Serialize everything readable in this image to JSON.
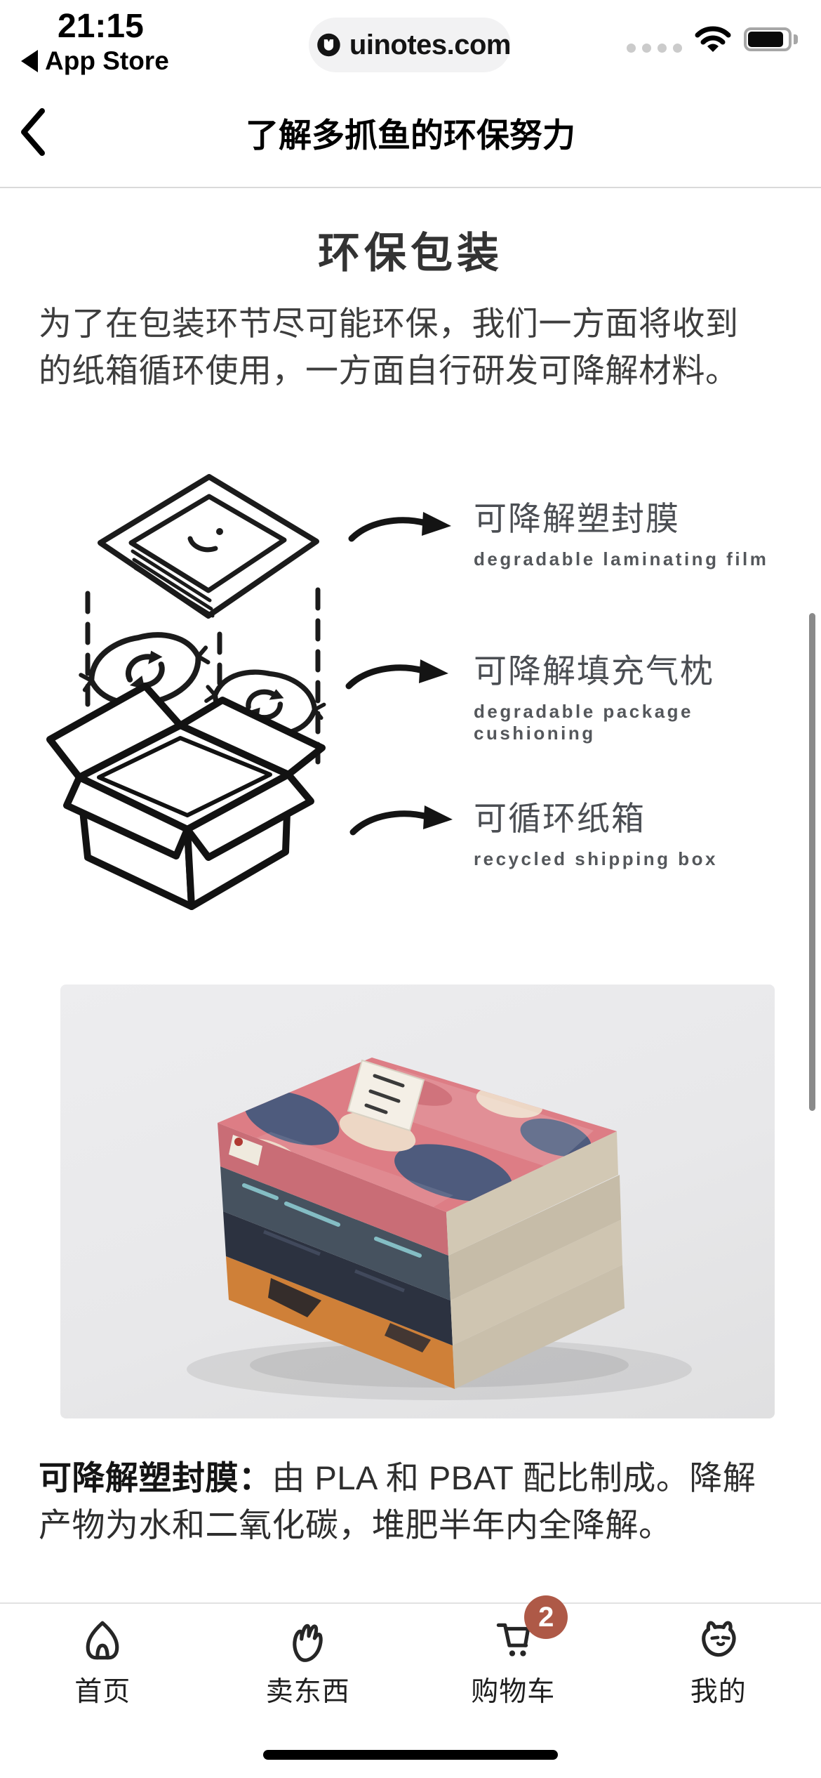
{
  "status_bar": {
    "time": "21:15",
    "back_label": "App Store",
    "pill_domain": "uinotes.com"
  },
  "nav_bar": {
    "title": "了解多抓鱼的环保努力"
  },
  "article": {
    "heading": "环保包装",
    "intro": "为了在包装环节尽可能环保，我们一方面将收到的纸箱循环使用，一方面自行研发可降解材料。",
    "diagram": {
      "labels": [
        {
          "zh": "可降解塑封膜",
          "en": "degradable laminating film"
        },
        {
          "zh": "可降解填充气枕",
          "en": "degradable package cushioning"
        },
        {
          "zh": "可循环纸箱",
          "en": "recycled shipping box"
        }
      ]
    },
    "caption_lead": "可降解塑封膜：",
    "caption_body": "由 PLA 和 PBAT 配比制成。降解产物为水和二氧化碳，堆肥半年内全降解。"
  },
  "tab_bar": {
    "items": [
      {
        "label": "首页",
        "icon": "home-icon"
      },
      {
        "label": "卖东西",
        "icon": "paw-icon"
      },
      {
        "label": "购物车",
        "icon": "cart-icon",
        "badge": "2"
      },
      {
        "label": "我的",
        "icon": "cat-face-icon"
      }
    ]
  },
  "colors": {
    "badge": "#AE5947",
    "scrollbar": "#8A8A8A",
    "nav_divider": "#D9D9D9",
    "tab_divider": "#E2E2E2",
    "diagram_label_gray": "#4B4E53"
  }
}
